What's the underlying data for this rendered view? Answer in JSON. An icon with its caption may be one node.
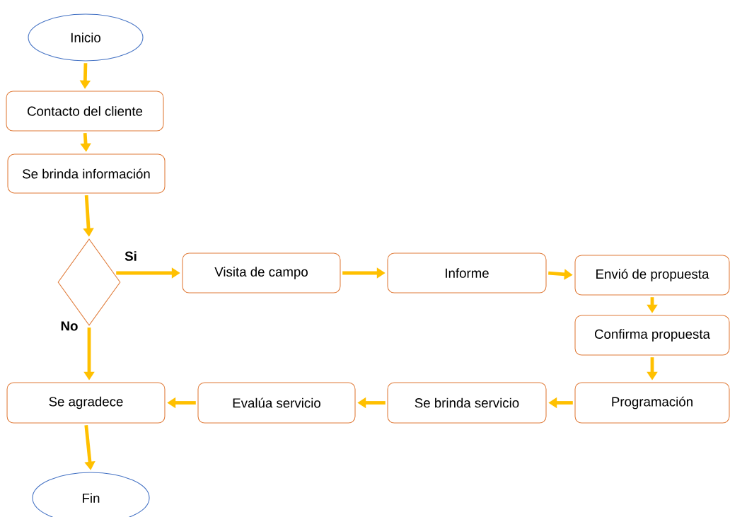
{
  "diagram": {
    "nodes": [
      {
        "text": [
          "Inicio"
        ]
      },
      {
        "text": [
          "Contacto del cliente"
        ]
      },
      {
        "text": [
          "Se brinda información"
        ]
      },
      {
        "text": [],
        "shape": "diamond"
      },
      {
        "text": [
          "Visita de campo"
        ]
      },
      {
        "text": [
          "Informe"
        ]
      },
      {
        "text": [
          "Envió de propuesta"
        ]
      },
      {
        "text": [
          "Confirma propuesta"
        ]
      },
      {
        "text": [
          "Programación"
        ]
      },
      {
        "text": [
          "Se brinda servicio"
        ]
      },
      {
        "text": [
          "Evalúa servicio"
        ]
      },
      {
        "text": [
          "Se agradece"
        ]
      },
      {
        "text": [
          "Fin"
        ]
      }
    ],
    "edges": [
      {
        "from": 0,
        "to": 1,
        "arrow": "to"
      },
      {
        "from": 1,
        "to": 2,
        "arrow": "to"
      },
      {
        "from": 2,
        "to": 3,
        "arrow": "to"
      },
      {
        "from": 3,
        "to": 4,
        "arrow": "to",
        "label": "Si"
      },
      {
        "from": 4,
        "to": 5,
        "arrow": "to"
      },
      {
        "from": 5,
        "to": 6,
        "arrow": "to"
      },
      {
        "from": 6,
        "to": 7,
        "arrow": "to"
      },
      {
        "from": 7,
        "to": 8,
        "arrow": "to"
      },
      {
        "from": 8,
        "to": 9,
        "arrow": "to"
      },
      {
        "from": 9,
        "to": 10,
        "arrow": "to"
      },
      {
        "from": 10,
        "to": 11,
        "arrow": "to"
      },
      {
        "from": 3,
        "to": 11,
        "arrow": "to",
        "label": "No"
      },
      {
        "from": 11,
        "to": 12,
        "arrow": "to"
      }
    ]
  }
}
